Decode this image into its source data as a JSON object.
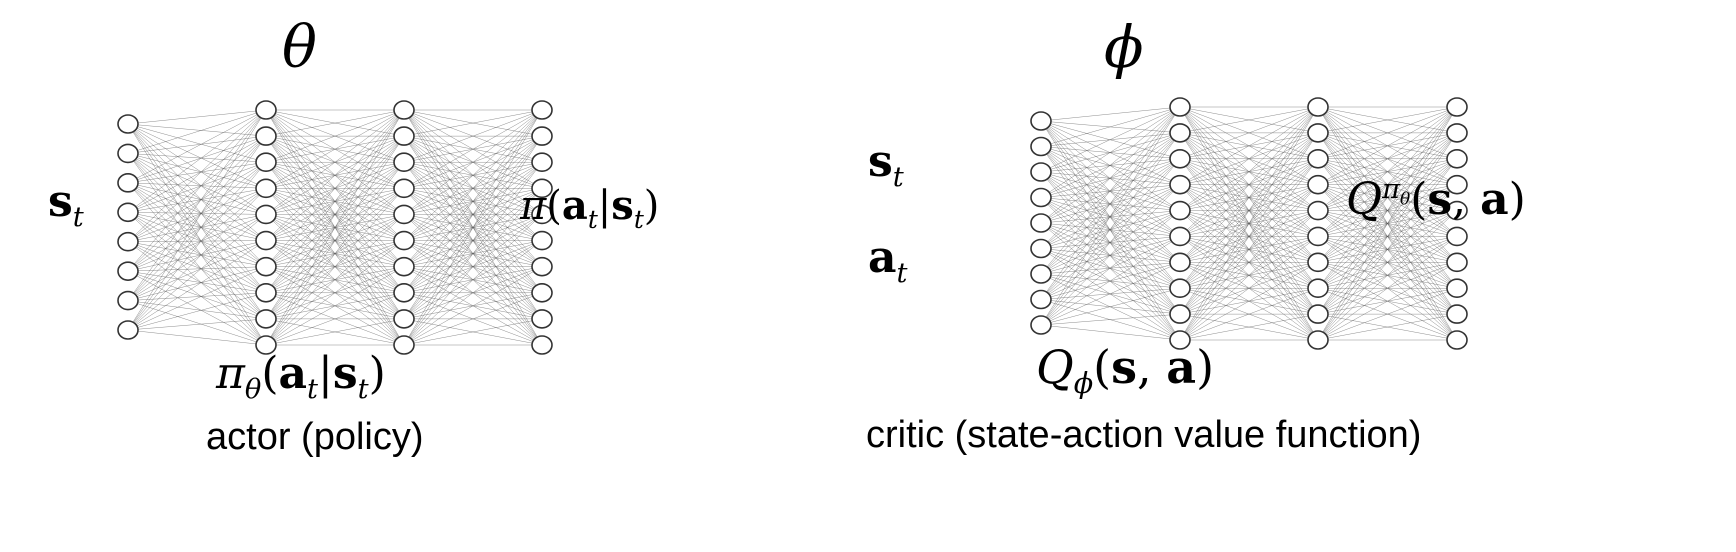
{
  "actor": {
    "param_symbol": "θ",
    "input_label": {
      "var": "s",
      "sub": "t"
    },
    "output_label": {
      "pi": "π",
      "a": "a",
      "a_sub": "t",
      "s": "s",
      "s_sub": "t"
    },
    "network_label": {
      "pi": "π",
      "pi_sub": "θ",
      "a": "a",
      "a_sub": "t",
      "s": "s",
      "s_sub": "t"
    },
    "caption": "actor (policy)",
    "layers": [
      8,
      10,
      10,
      10
    ]
  },
  "critic": {
    "param_symbol": "ϕ",
    "input_labels": [
      {
        "var": "s",
        "sub": "t"
      },
      {
        "var": "a",
        "sub": "t"
      }
    ],
    "output_label": {
      "q": "Q",
      "sup_pi": "π",
      "sup_sub": "θ",
      "s": "s",
      "a": "a"
    },
    "network_label": {
      "q": "Q",
      "q_sub": "ϕ",
      "s": "s",
      "a": "a"
    },
    "caption": "critic (state-action value function)",
    "layers": [
      9,
      10,
      10,
      10
    ]
  }
}
